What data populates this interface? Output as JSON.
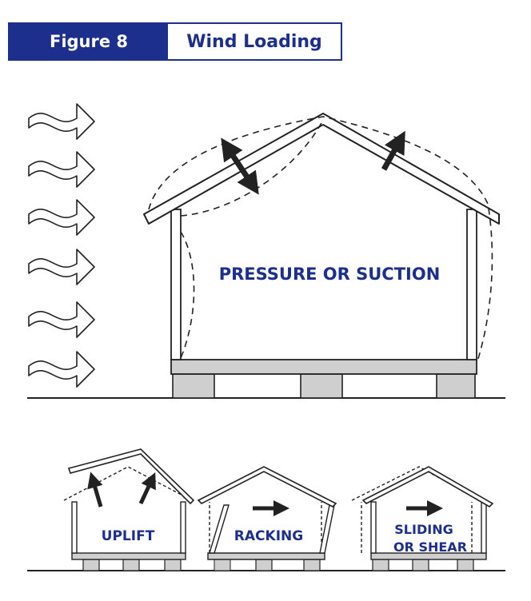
{
  "header": {
    "figure_label": "Figure 8",
    "title": "Wind Loading"
  },
  "main_diagram": {
    "label": "PRESSURE OR SUCTION"
  },
  "panels": [
    {
      "label_lines": [
        "UPLIFT"
      ]
    },
    {
      "label_lines": [
        "RACKING"
      ]
    },
    {
      "label_lines": [
        "SLIDING",
        "OR SHEAR"
      ]
    }
  ],
  "colors": {
    "accent": "#1c2f8c",
    "line": "#222222",
    "foundation": "#cfcfcf"
  }
}
